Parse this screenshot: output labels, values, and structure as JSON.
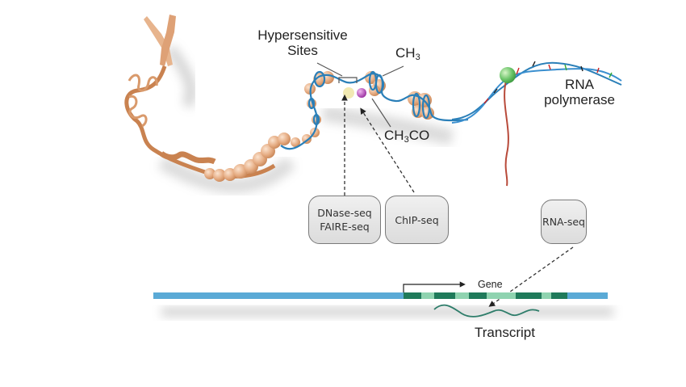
{
  "diagram": {
    "labels": {
      "hypersensitive_line1": "Hypersensitive",
      "hypersensitive_line2": "Sites",
      "methyl_main": "CH",
      "methyl_sub": "3",
      "acetyl_main_1": "CH",
      "acetyl_sub": "3",
      "acetyl_main_2": "CO",
      "rna_polymerase_line1": "RNA",
      "rna_polymerase_line2": "polymerase",
      "gene": "Gene",
      "transcript": "Transcript"
    },
    "assay_boxes": [
      {
        "line1": "DNase-seq",
        "line2": "FAIRE-seq"
      },
      {
        "line1": "ChIP-seq"
      },
      {
        "line1": "RNA-seq"
      }
    ],
    "colors": {
      "chromatin": "#e0a57a",
      "chromatin_dark": "#c47f4f",
      "dna_strand": "#2a7fb8",
      "gene_bar": "#5aaad6",
      "exon": "#1f7a5a",
      "intron": "#8fd3b0",
      "transcript": "#2e7d6a",
      "rna_polymerase": "#6cc46a",
      "acetyl_mark": "#b24bb4",
      "hypersensitive_mark": "#eee3a0",
      "box_fill": "#e6e6e6",
      "box_border": "#7a7a7a"
    }
  }
}
